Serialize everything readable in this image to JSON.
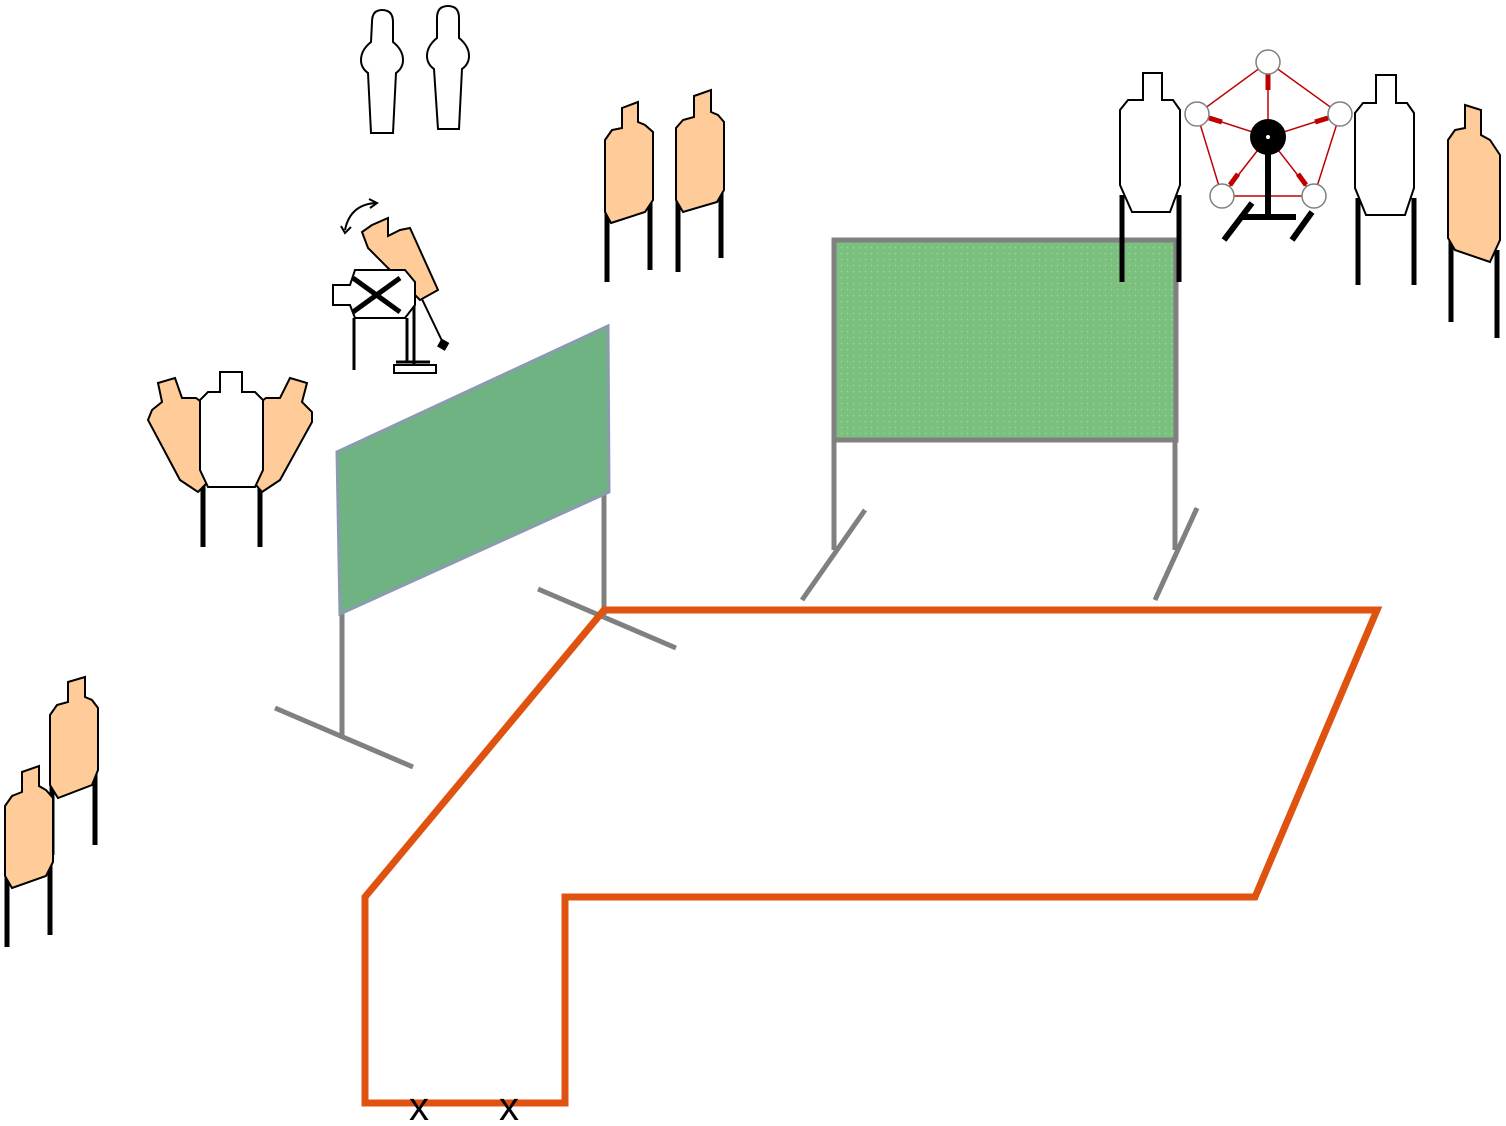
{
  "colors": {
    "tan_target": "#FFCC99",
    "white_target": "#FFFFFF",
    "target_outline": "#000000",
    "stand": "#000000",
    "wall_fill_left": "#6FB383",
    "wall_fill_right": "#7CC07F",
    "wall_frame": "#808080",
    "shooting_box": "#E0520F",
    "plate_rack_arm": "#C00000"
  },
  "fault_line": {
    "start_marks": [
      "x",
      "x"
    ]
  },
  "targets": {
    "no_shoot_pair": "white-silhouette",
    "tan_pair_center": "tan-paper",
    "swinger": "moving-target",
    "triple_group": "tan-white-tan",
    "tan_pair_left": "tan-paper",
    "right_group": "white-white-tan",
    "star": "star-plate-rack"
  },
  "icons": {
    "swinger_rotation": "rotate-arrows-icon",
    "shoot_box_marks": "x-mark-icon"
  }
}
